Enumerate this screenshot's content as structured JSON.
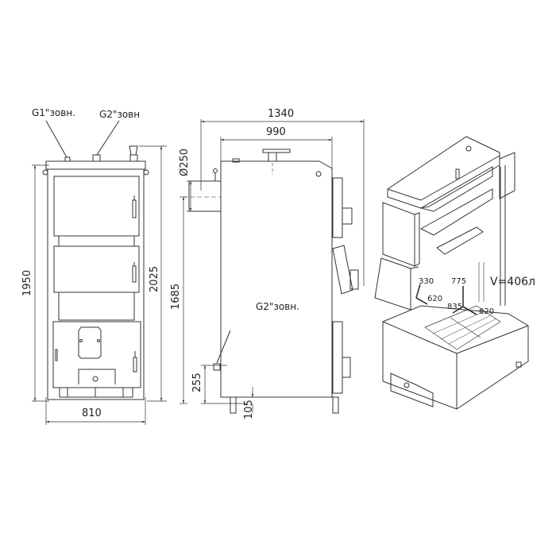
{
  "drawing": {
    "title": "Solid fuel boiler — dimensional drawing",
    "front_view": {
      "labels": {
        "pipe_g1": "G1\"зовн.",
        "pipe_g2": "G2\"зовн"
      },
      "dimensions": {
        "height_body": "1950",
        "height_total": "2025",
        "width": "810"
      }
    },
    "side_view": {
      "labels": {
        "pipe_g2_bottom": "G2\"зовн."
      },
      "dimensions": {
        "depth_total": "1340",
        "depth_body": "990",
        "flue_diameter": "Ø250",
        "flue_height": "1685",
        "return_height": "255",
        "leg_height": "105"
      }
    },
    "iso_view": {
      "labels": {
        "volume": "V=406л"
      },
      "dimensions": {
        "door_h": "330",
        "door_d": "620",
        "chamber_h": "775",
        "chamber_w": "835",
        "chamber_d": "620"
      }
    }
  },
  "colors": {
    "line": "#333333",
    "background": "#ffffff"
  }
}
